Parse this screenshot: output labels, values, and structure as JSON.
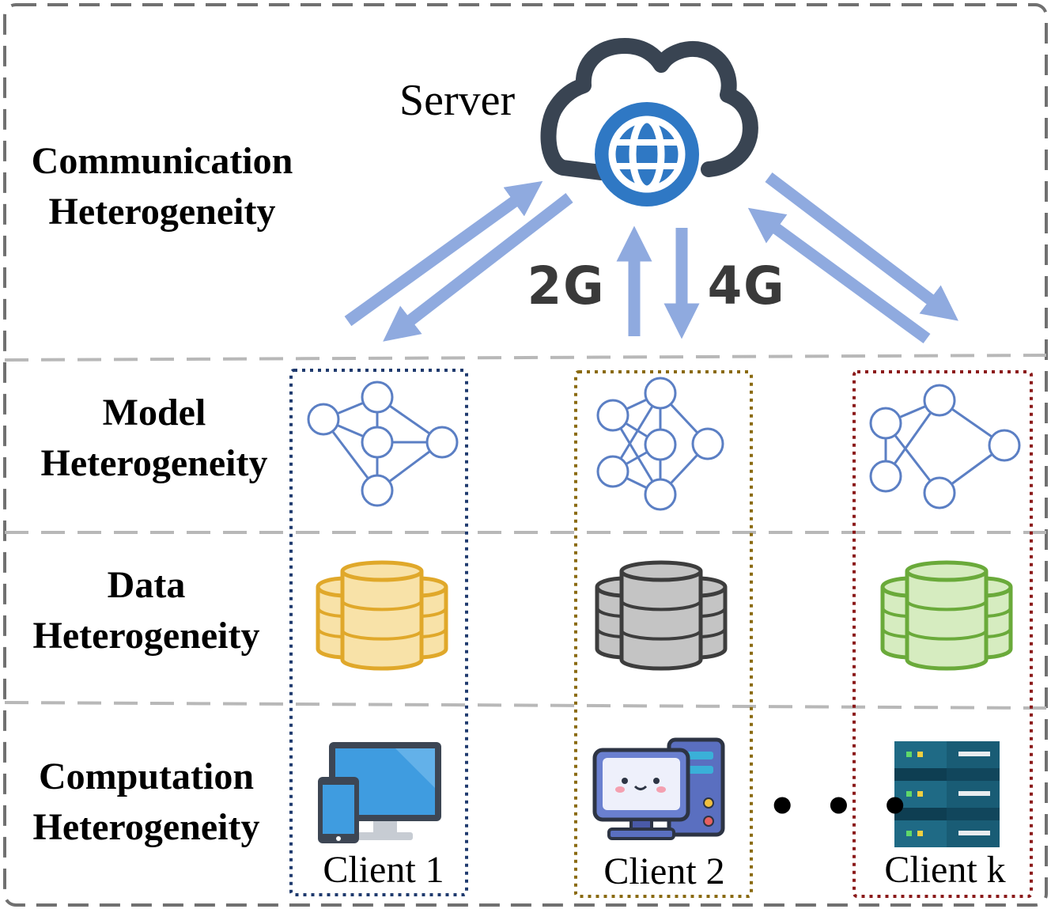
{
  "server": {
    "label": "Server"
  },
  "rows": {
    "communication": {
      "line1": "Communication",
      "line2": "Heterogeneity"
    },
    "model": {
      "line1": "Model",
      "line2": "Heterogeneity"
    },
    "data": {
      "line1": "Data",
      "line2": "Heterogeneity"
    },
    "computation": {
      "line1": "Computation",
      "line2": "Heterogeneity"
    }
  },
  "network": {
    "left": "2G",
    "right": "4G"
  },
  "clients": [
    {
      "label": "Client 1",
      "border": "#1f3a6e",
      "db_color": "#e0a82a",
      "db_fill": "#f8e2a8"
    },
    {
      "label": "Client 2",
      "border": "#8a6a10",
      "db_color": "#3d3d3d",
      "db_fill": "#c4c4c4"
    },
    {
      "label": "Client k",
      "border": "#8b1a1a",
      "db_color": "#6aaa3a",
      "db_fill": "#d6ecc0"
    }
  ],
  "ellipsis": "• • •",
  "colors": {
    "arrow": "#8faadf",
    "network_node": "#5b7fc4",
    "cloud": "#394452",
    "globe": "#2f78c4",
    "frame": "#707070",
    "divider": "#b8b8b8"
  },
  "icons": [
    "cloud-icon",
    "globe-icon",
    "neural-network-icon",
    "database-icon",
    "devices-icon",
    "desktop-computer-icon",
    "server-rack-icon"
  ]
}
